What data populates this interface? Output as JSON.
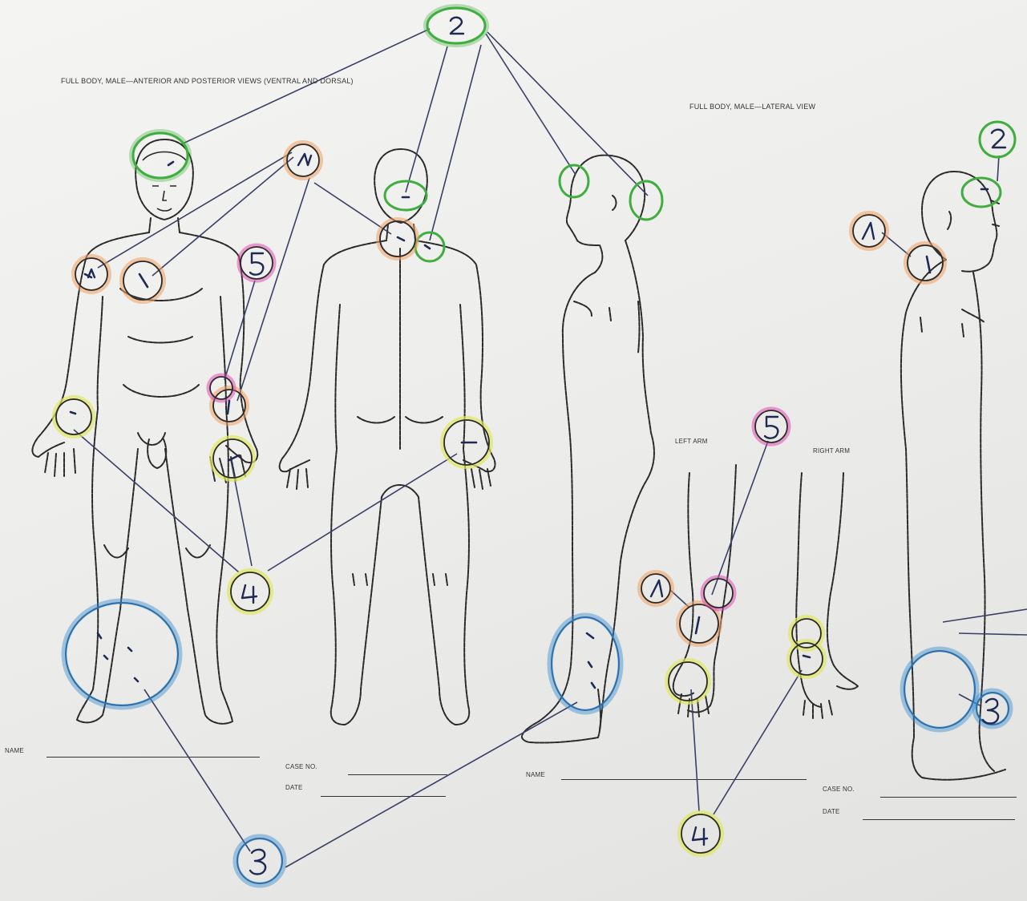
{
  "sheets": {
    "left": {
      "title": "FULL BODY, MALE—ANTERIOR AND POSTERIOR VIEWS (VENTRAL AND DORSAL)",
      "name_label": "Name",
      "case_label": "Case No.",
      "date_label": "Date"
    },
    "right": {
      "title": "FULL BODY, MALE—LATERAL VIEW",
      "left_arm_label": "LEFT ARM",
      "right_arm_label": "RIGHT ARM",
      "name_label": "Name",
      "case_label": "Case No.",
      "date_label": "Date"
    }
  },
  "annotation_numbers": [
    "1",
    "2",
    "3",
    "4",
    "5"
  ],
  "colors": {
    "green": "#3fae3f",
    "orange": "#f0a060",
    "blue": "#3a8fd0",
    "yellow": "#e0e860",
    "magenta": "#e040b0",
    "ink": "#2a2a2a",
    "paper": "#f1f1ef"
  }
}
